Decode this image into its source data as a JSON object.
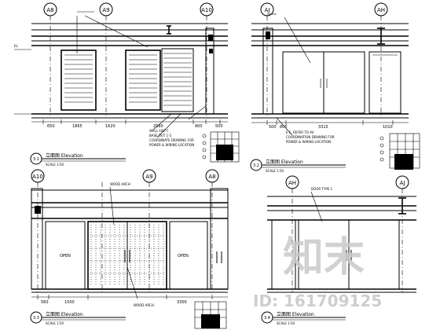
{
  "drawing": {
    "panels": [
      {
        "id": "p1",
        "grid_tags": [
          "A8",
          "A9",
          "A10"
        ],
        "dimensions": [
          "650",
          "1865",
          "1620",
          "2580",
          "900",
          "500"
        ],
        "notes": [
          "WALL 100°C",
          "BASE OUT 1-5",
          "COORDINATE DRAWING FOR",
          "POWER & WIRING LOCATION"
        ],
        "title_no": "3.1",
        "title": "立面图 Elevation",
        "scale": "SCALE 1:50"
      },
      {
        "id": "p2",
        "grid_tags": [
          "AJ",
          "AH"
        ],
        "dimensions": [
          "500",
          "800",
          "3315",
          "1010"
        ],
        "notes": [
          "E.C. REFER TO AV",
          "COORDINATION DRAWING FOR",
          "POWER & WIRING LOCATION"
        ],
        "title_no": "3.2",
        "title": "立面图 Elevation",
        "scale": "SCALE 1:50"
      },
      {
        "id": "p3",
        "grid_tags": [
          "A10",
          "A9",
          "A8"
        ],
        "dimensions": [
          "560",
          "1500",
          "3300"
        ],
        "notes": [
          "WOOD ARCH",
          "WOOD ARCH",
          "OPEN",
          "OPEN"
        ],
        "title_no": "3.3",
        "title": "立面图 Elevation",
        "scale": "SCALE 1:50"
      },
      {
        "id": "p4",
        "grid_tags": [
          "AH",
          "AJ"
        ],
        "dimensions": [],
        "notes": [
          "DOOR TYPE 1"
        ],
        "title_no": "3.4",
        "title": "立面图 Elevation",
        "scale": "SCALE 1:50"
      }
    ],
    "level_label": "EL",
    "watermark": {
      "text": "知末",
      "id_line": "ID: 161709125"
    }
  }
}
